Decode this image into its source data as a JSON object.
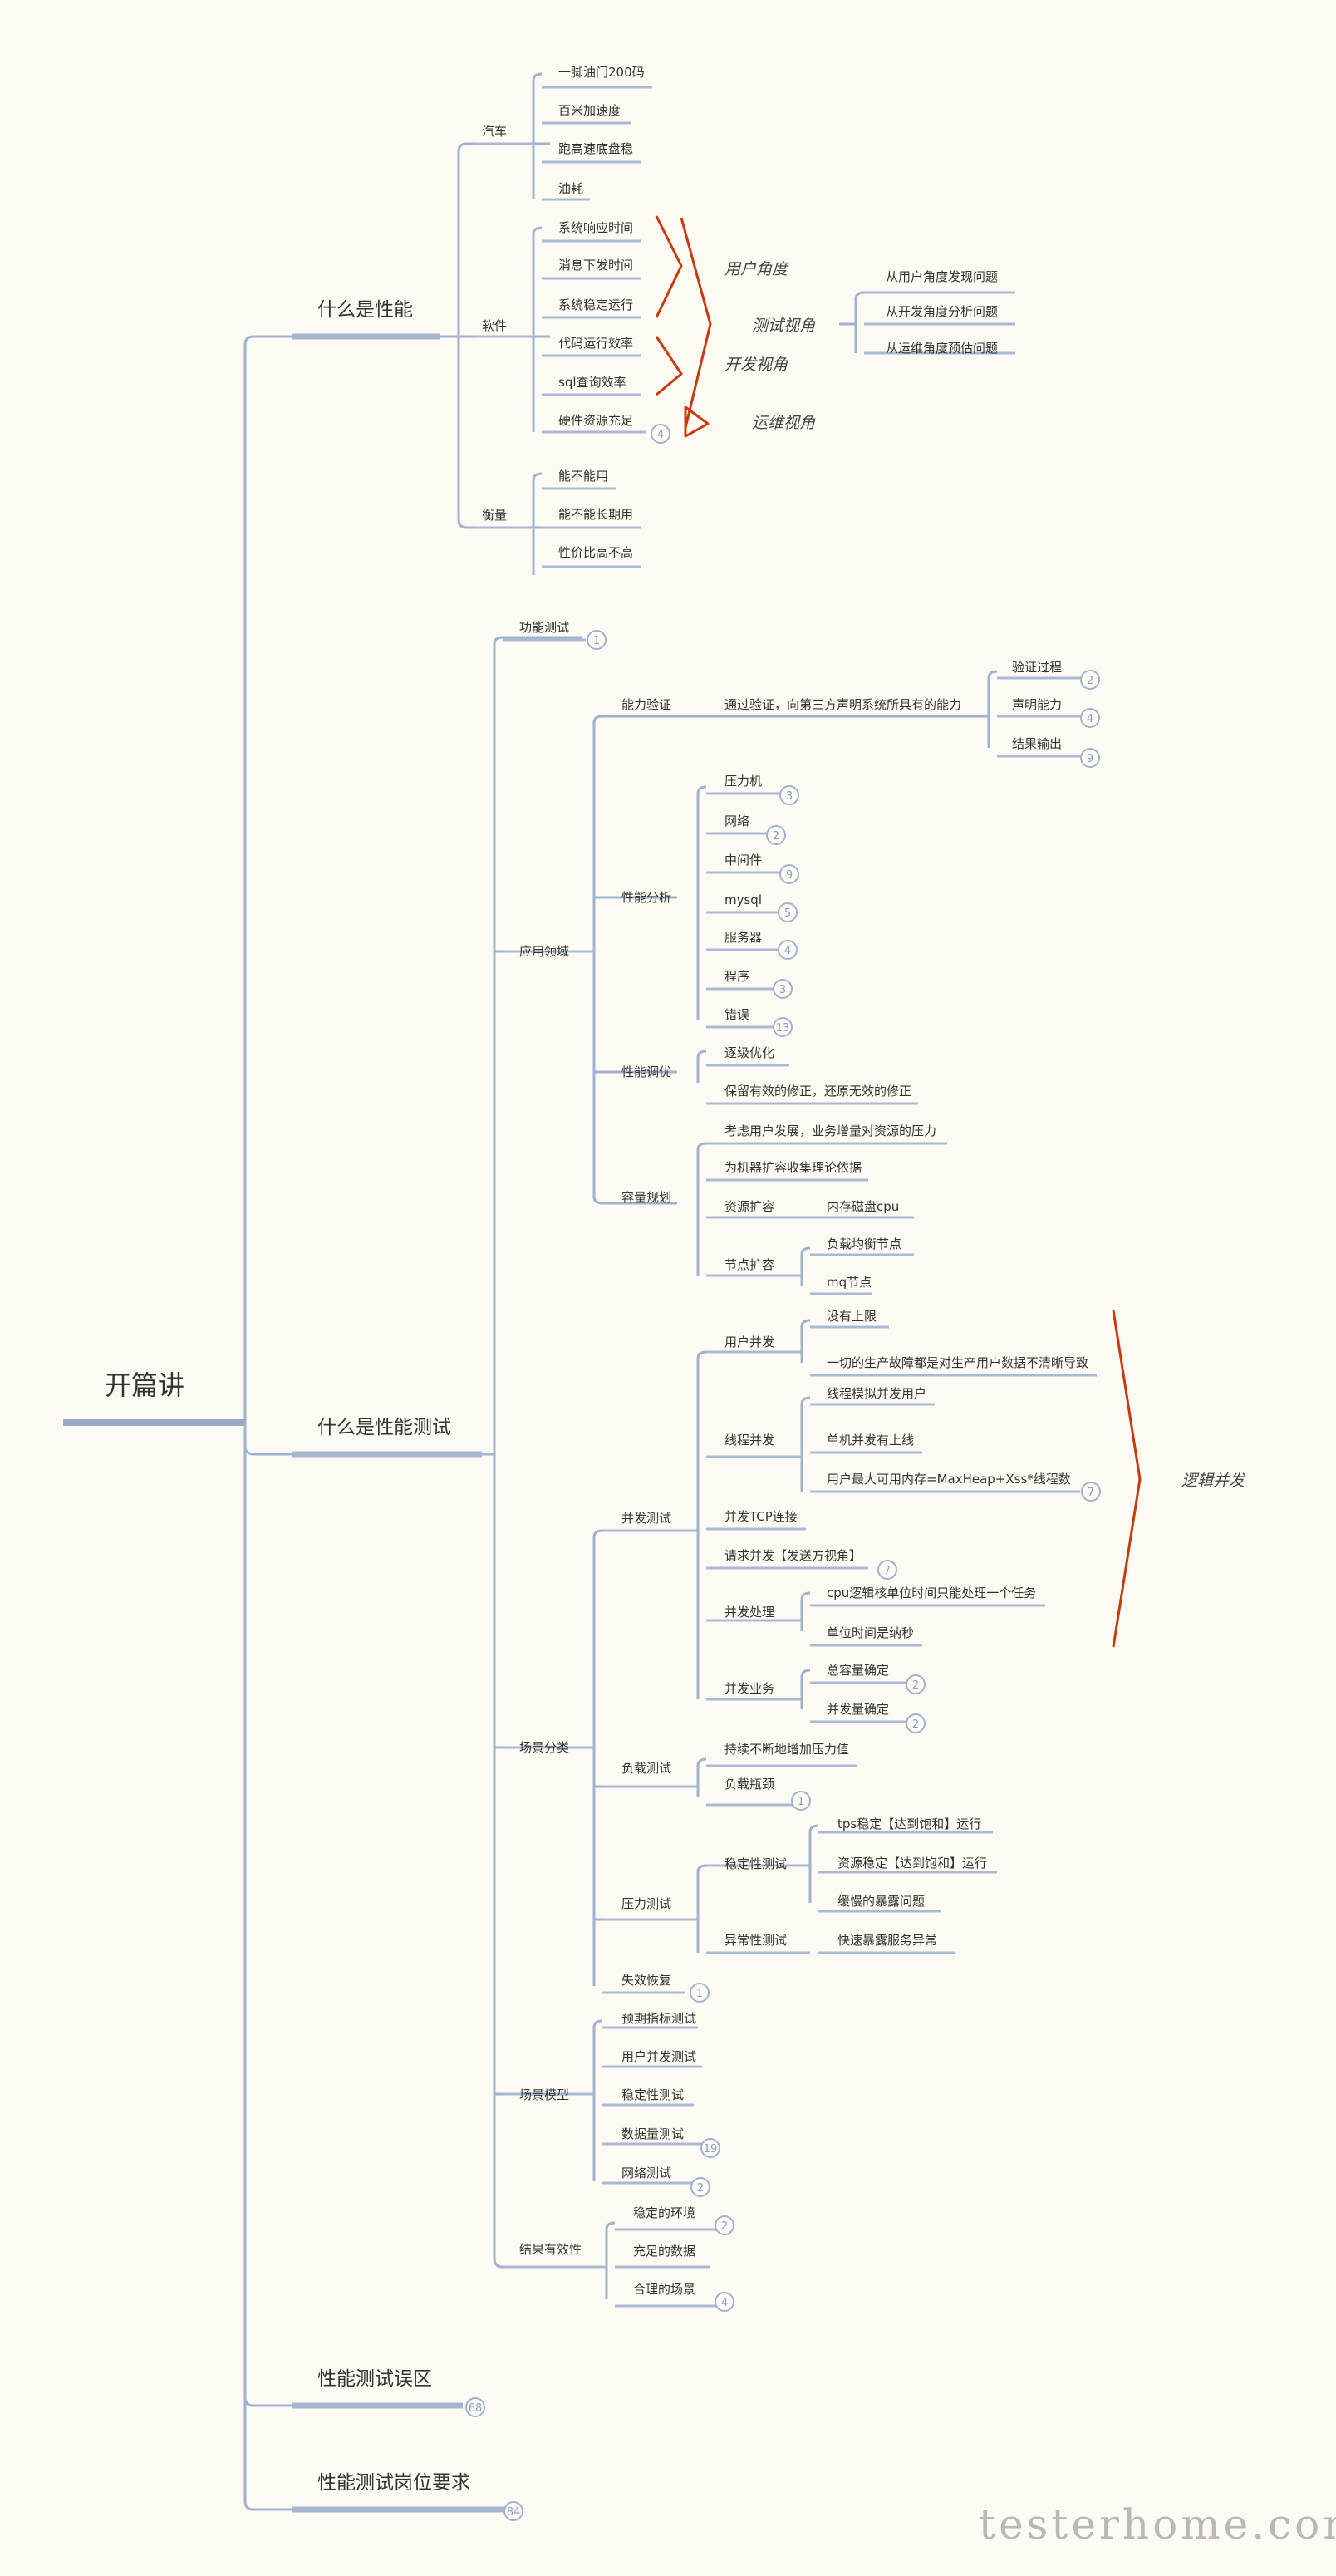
{
  "root": "开篇讲",
  "branches": {
    "what_is_perf": "什么是性能",
    "what_is_perf_test": "什么是性能测试",
    "pitfalls": "性能测试误区",
    "job": "性能测试岗位要求"
  },
  "car": {
    "label": "汽车",
    "items": [
      "一脚油门200码",
      "百米加速度",
      "跑高速底盘稳",
      "油耗"
    ]
  },
  "software": {
    "label": "软件",
    "items": [
      "系统响应时间",
      "消息下发时间",
      "系统稳定运行",
      "代码运行效率",
      "sql查询效率",
      "硬件资源充足"
    ]
  },
  "measure": {
    "label": "衡量",
    "items": [
      "能不能用",
      "能不能长期用",
      "性价比高不高"
    ]
  },
  "angles": {
    "user": "用户角度",
    "test": "测试视角",
    "dev": "开发视角",
    "ops": "运维视角",
    "test_items": [
      "从用户角度发现问题",
      "从开发角度分析问题",
      "从运维角度预估问题"
    ]
  },
  "functional_test": "功能测试",
  "app_domain": "应用领域",
  "capability": {
    "label": "能力验证",
    "desc": "通过验证，向第三方声明系统所具有的能力",
    "items": [
      "验证过程",
      "声明能力",
      "结果输出"
    ]
  },
  "perf_analysis": {
    "label": "性能分析",
    "items": [
      "压力机",
      "网络",
      "中间件",
      "mysql",
      "服务器",
      "程序",
      "错误"
    ]
  },
  "perf_tuning": {
    "label": "性能调优",
    "items": [
      "逐级优化",
      "保留有效的修正，还原无效的修正"
    ]
  },
  "capacity": {
    "label": "容量规划",
    "items": [
      "考虑用户发展，业务增量对资源的压力",
      "为机器扩容收集理论依据",
      "资源扩容",
      "节点扩容"
    ],
    "resource_sub": "内存磁盘cpu",
    "node_sub": [
      "负载均衡节点",
      "mq节点"
    ]
  },
  "scene_cat": "场景分类",
  "concurrency": {
    "label": "并发测试",
    "user": "用户并发",
    "user_items": [
      "没有上限",
      "一切的生产故障都是对生产用户数据不清晰导致"
    ],
    "thread": "线程并发",
    "thread_items": [
      "线程模拟并发用户",
      "单机并发有上线",
      "用户最大可用内存=MaxHeap+Xss*线程数"
    ],
    "tcp": "并发TCP连接",
    "request": "请求并发【发送方视角】",
    "process": "并发处理",
    "process_items": [
      "cpu逻辑核单位时间只能处理一个任务",
      "单位时间是纳秒"
    ],
    "business": "并发业务",
    "business_items": [
      "总容量确定",
      "并发量确定"
    ],
    "logic_note": "逻辑并发"
  },
  "load_test": {
    "label": "负载测试",
    "items": [
      "持续不断地增加压力值",
      "负载瓶颈"
    ]
  },
  "stress_test": {
    "label": "压力测试",
    "stable": "稳定性测试",
    "stable_items": [
      "tps稳定【达到饱和】运行",
      "资源稳定【达到饱和】运行",
      "缓慢的暴露问题"
    ],
    "abnormal": "异常性测试",
    "abnormal_sub": "快速暴露服务异常"
  },
  "failover": "失效恢复",
  "scene_model": {
    "label": "场景模型",
    "items": [
      "预期指标测试",
      "用户并发测试",
      "稳定性测试",
      "数据量测试",
      "网络测试"
    ]
  },
  "validity": {
    "label": "结果有效性",
    "items": [
      "稳定的环境",
      "充足的数据",
      "合理的场景"
    ]
  },
  "badges": {
    "hw": "4",
    "func": "1",
    "verify": "2",
    "declare": "4",
    "output": "9",
    "pa_press": "3",
    "pa_net": "2",
    "pa_mid": "9",
    "pa_mysql": "5",
    "pa_server": "4",
    "pa_prog": "3",
    "pa_err": "13",
    "thread_mem": "7",
    "request": "7",
    "biz_total": "2",
    "biz_conc": "2",
    "bottleneck": "1",
    "failover": "1",
    "data_vol": "19",
    "network": "2",
    "env": "2",
    "scene": "4",
    "pitfalls": "68",
    "job": "84"
  },
  "watermark": "testerhome.com"
}
